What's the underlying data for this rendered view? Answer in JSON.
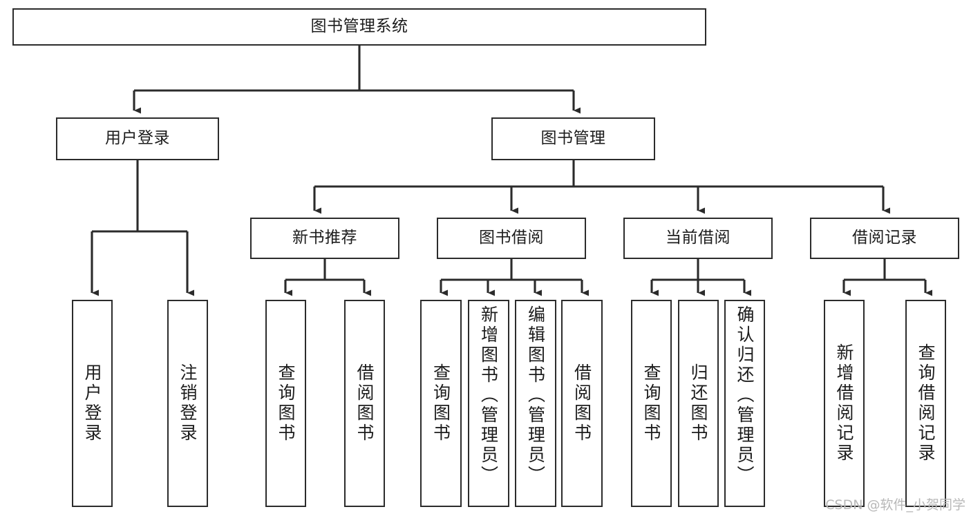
{
  "diagram": {
    "type": "tree",
    "title": "图书管理系统",
    "style": {
      "box_border_color": "#2b2b2b",
      "box_fill_color": "#ffffff",
      "connector_color": "#2b2b2b",
      "text_color": "#1c1c1c",
      "background_color": "#ffffff"
    },
    "nodes": {
      "root": {
        "label": "图书管理系统"
      },
      "level1": [
        {
          "id": "user-login",
          "label": "用户登录"
        },
        {
          "id": "book-management",
          "label": "图书管理"
        }
      ],
      "level2": [
        {
          "id": "new-book-recommend",
          "label": "新书推荐"
        },
        {
          "id": "book-borrow",
          "label": "图书借阅"
        },
        {
          "id": "current-borrow",
          "label": "当前借阅"
        },
        {
          "id": "borrow-record",
          "label": "借阅记录"
        }
      ],
      "leaves": {
        "user_login": [
          {
            "id": "leaf-user-login",
            "label": "用户登录"
          },
          {
            "id": "leaf-logout-login",
            "label": "注销登录"
          }
        ],
        "new_book_recommend": [
          {
            "id": "leaf-query-book-1",
            "label": "查询图书"
          },
          {
            "id": "leaf-borrow-book-1",
            "label": "借阅图书"
          }
        ],
        "book_borrow": [
          {
            "id": "leaf-query-book-2",
            "label": "查询图书"
          },
          {
            "id": "leaf-add-book",
            "label": "新增图书（管理员）"
          },
          {
            "id": "leaf-edit-book",
            "label": "编辑图书（管理员）"
          },
          {
            "id": "leaf-borrow-book-2",
            "label": "借阅图书"
          }
        ],
        "current_borrow": [
          {
            "id": "leaf-query-book-3",
            "label": "查询图书"
          },
          {
            "id": "leaf-return-book",
            "label": "归还图书"
          },
          {
            "id": "leaf-confirm-return",
            "label": "确认归还（管理员）"
          }
        ],
        "borrow_record": [
          {
            "id": "leaf-add-borrow-record",
            "label": "新增借阅记录"
          },
          {
            "id": "leaf-query-borrow-record",
            "label": "查询借阅记录"
          }
        ]
      }
    }
  },
  "watermark": {
    "text": "CSDN @软件_小贺同学"
  }
}
